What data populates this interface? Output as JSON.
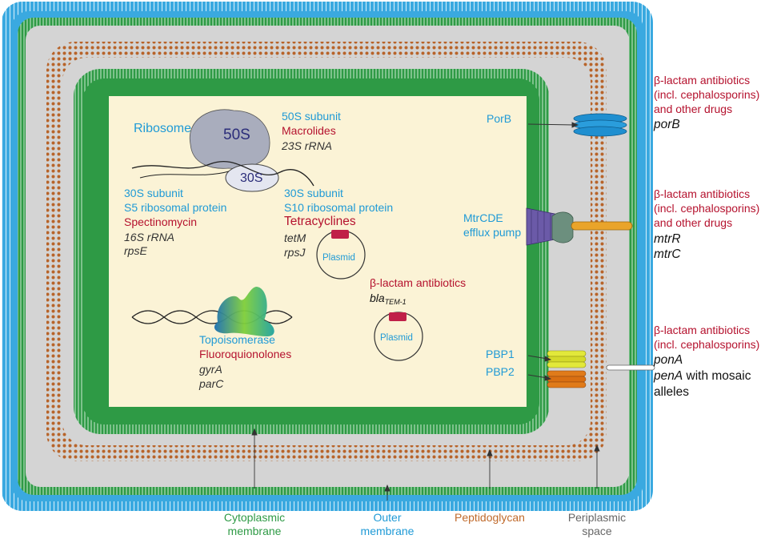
{
  "ribosome": {
    "title": "Ribosome",
    "large_subunit_label": "50S",
    "small_subunit_label": "30S"
  },
  "targets": {
    "ribosome_50s": {
      "heading": "50S subunit",
      "antibiotic": "Macrolides",
      "genes": [
        "23S rRNA"
      ]
    },
    "ribosome_30s_s5": {
      "heading_line1": "30S subunit",
      "heading_line2": "S5 ribosomal protein",
      "antibiotic": "Spectinomycin",
      "genes": [
        "16S rRNA",
        "rpsE"
      ]
    },
    "ribosome_30s_s10": {
      "heading_line1": "30S subunit",
      "heading_line2": "S10 ribosomal protein",
      "antibiotic": "Tetracyclines",
      "genes": [
        "tetM",
        "rpsJ"
      ]
    },
    "beta_lactamase": {
      "antibiotic": "β-lactam antibiotics",
      "gene_main": "bla",
      "gene_subscript": "TEM-1"
    },
    "topoisomerase": {
      "heading": "Topoisomerase",
      "antibiotic": "Fluoroquionolones",
      "genes": [
        "gyrA",
        "parC"
      ]
    }
  },
  "plasmids": [
    {
      "label": "Plasmid"
    },
    {
      "label": "Plasmid"
    }
  ],
  "membrane_proteins": {
    "porb": {
      "label": "PorB",
      "antibiotic_lines": [
        "β-lactam antibiotics",
        "(incl. cephalosporins)",
        "and other drugs"
      ],
      "genes": [
        "porB"
      ]
    },
    "mtrcde": {
      "label_line1": "MtrCDE",
      "label_line2": "efflux pump",
      "antibiotic_lines": [
        "β-lactam antibiotics",
        "(incl. cephalosporins)",
        "and other drugs"
      ],
      "genes": [
        "mtrR",
        "mtrC"
      ]
    },
    "pbp": {
      "label_pbp1": "PBP1",
      "label_pbp2": "PBP2",
      "antibiotic_lines": [
        "β-lactam antibiotics",
        "(incl. cephalosporins)"
      ],
      "gene_1": "ponA",
      "gene_2_italic": "penA",
      "gene_2_rest": " with mosaic",
      "gene_2_line2": "alleles"
    }
  },
  "layers": {
    "cytoplasmic_membrane": [
      "Cytoplasmic",
      "membrane"
    ],
    "outer_membrane": [
      "Outer",
      "membrane"
    ],
    "peptidoglycan": [
      "Peptidoglycan"
    ],
    "periplasmic_space": [
      "Periplasmic",
      "space"
    ]
  },
  "colors": {
    "outer_membrane": "#1f9ad6",
    "cytoplasmic_membrane": "#2e9a45",
    "peptidoglycan": "#b8642a",
    "periplasm": "#d4d4d4",
    "cytoplasm": "#fbf3d6",
    "antibiotic_text": "#b5122e",
    "target_text": "#1f9ad6"
  }
}
